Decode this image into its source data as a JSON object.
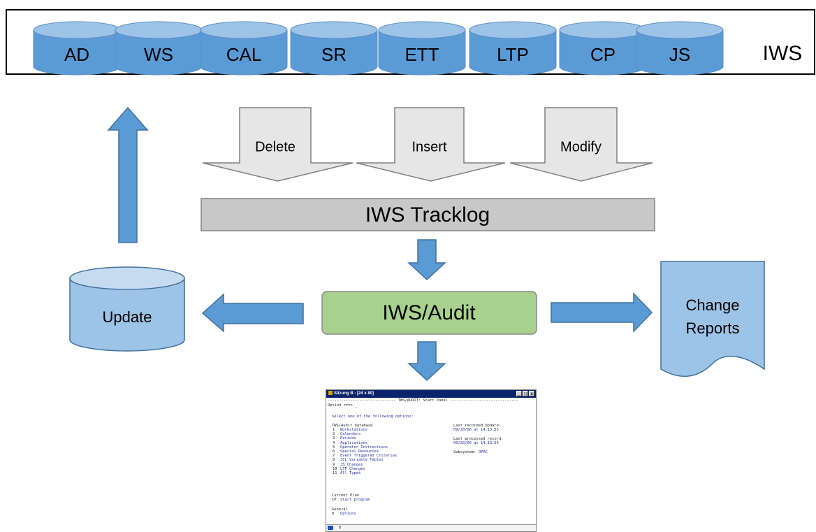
{
  "databases": [
    "AD",
    "WS",
    "CAL",
    "SR",
    "ETT",
    "LTP",
    "CP",
    "JS"
  ],
  "iws_label": "IWS",
  "operations": [
    "Delete",
    "Insert",
    "Modify"
  ],
  "tracklog_label": "IWS Tracklog",
  "audit_label": "IWS/Audit",
  "update_label": "Update",
  "reports_label": [
    "Change",
    "Reports"
  ],
  "colors": {
    "db_fill": "#5b9bd5",
    "db_top": "#9dc3e6",
    "db_stroke": "#5a8fc8",
    "arrow_fill": "#5b9bd5",
    "arrow_stroke": "#41719c",
    "op_arrow_fill": "#e6e6e6",
    "tracklog_fill": "#c8c8c8",
    "audit_fill": "#a9d18e",
    "update_fill": "#9dc3e6",
    "reports_fill": "#9dc3e6"
  },
  "terminal": {
    "title": "Sitzung B - [24 x 80]",
    "controls": [
      "_",
      "□",
      "x"
    ],
    "header": "------------------------------ TWS/AUDIT: Start Panel ------------------------------",
    "option_prompt": "Option ===> _",
    "instruction": "Select one of the following options:",
    "section_db": "TWS/Audit database",
    "db_items": [
      {
        "num": "1",
        "label": "Workstations"
      },
      {
        "num": "2",
        "label": "Calendars"
      },
      {
        "num": "3",
        "label": "Periods"
      },
      {
        "num": "4",
        "label": "Applications"
      },
      {
        "num": "5",
        "label": "Operator Instructions"
      },
      {
        "num": "6",
        "label": "Special Resources"
      },
      {
        "num": "7",
        "label": "Event Triggered Criterias"
      },
      {
        "num": "8",
        "label": "JCL Variable Tables"
      },
      {
        "num": "9",
        "label": "JS Changes"
      },
      {
        "num": "10",
        "label": "LTP Changes"
      },
      {
        "num": "11",
        "label": "All Types"
      }
    ],
    "last_update_label": "Last recorded Update:",
    "last_update_value": "09/20/06 at 14.13.55",
    "last_processed_label": "Last processed record:",
    "last_processed_value": "09/20/06 at 14.13.55",
    "subsystem_label": "Subsystem:",
    "subsystem_value": "OPAC",
    "section_plan": "Current Plan",
    "plan_item": {
      "num": "CP",
      "label": "Start program"
    },
    "section_general": "General",
    "general_item": {
      "num": "0",
      "label": "Options"
    },
    "status_text": "B"
  }
}
